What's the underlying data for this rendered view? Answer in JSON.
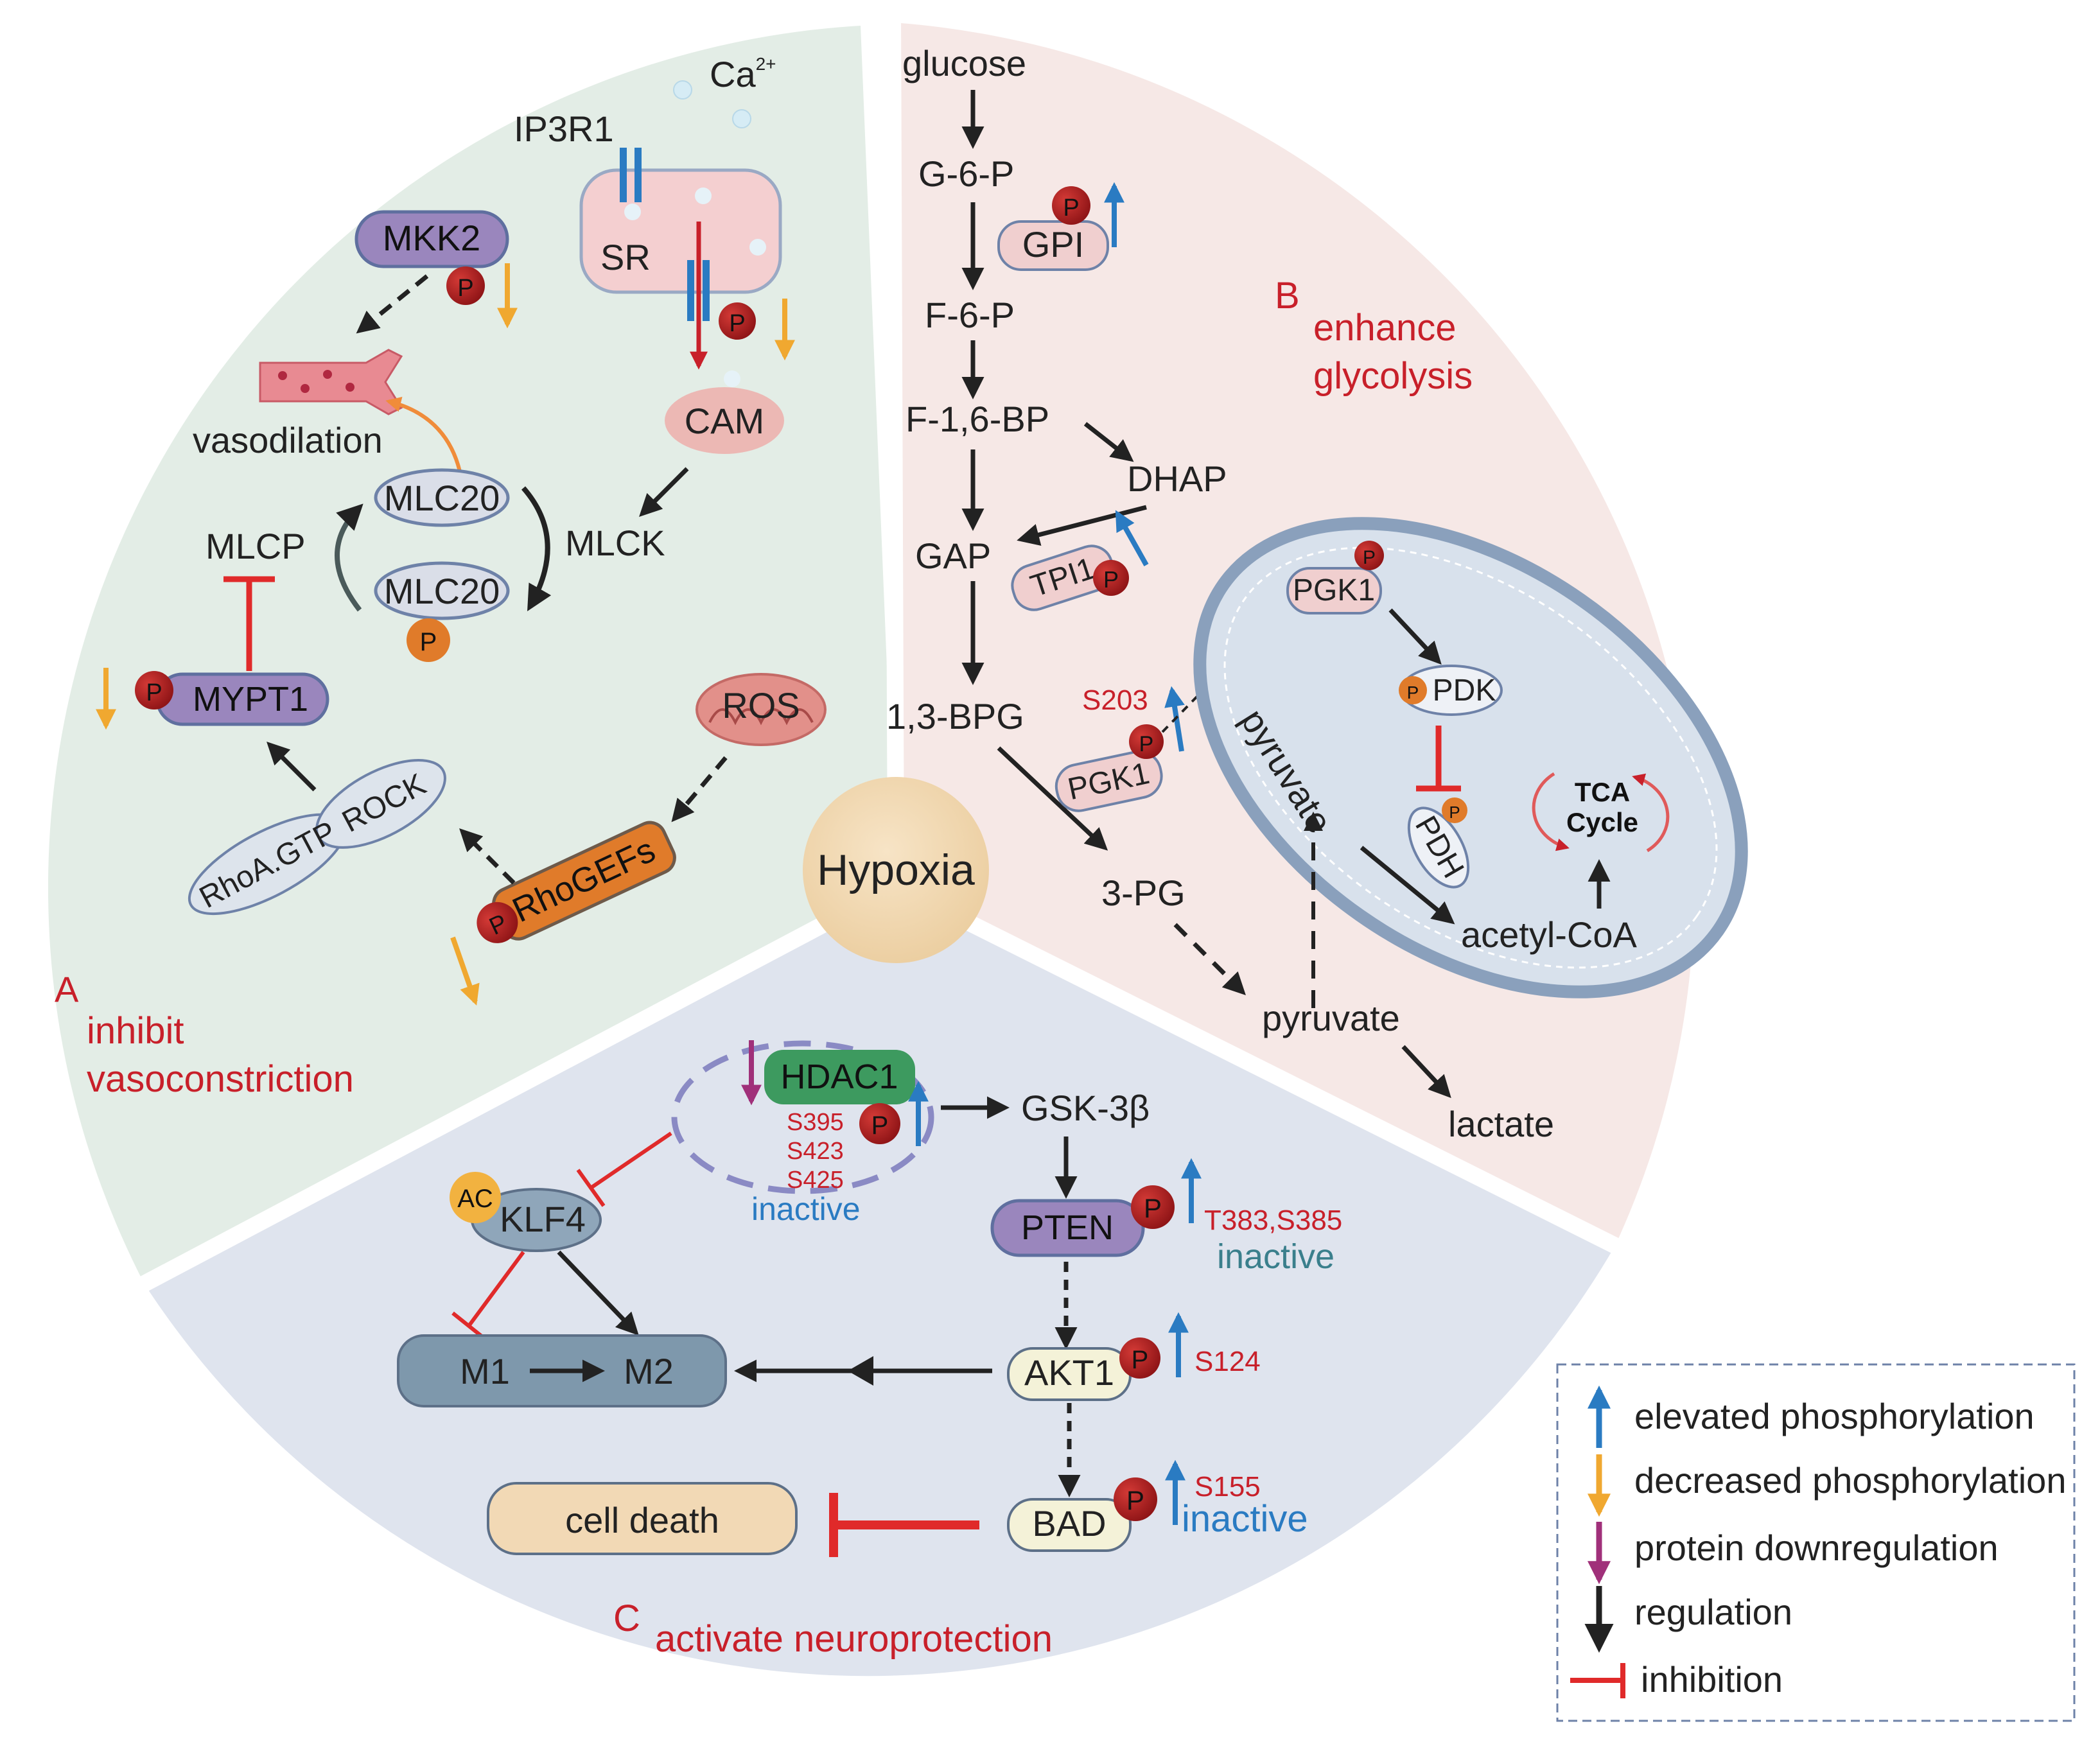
{
  "center": {
    "label": "Hypoxia"
  },
  "sections": {
    "a": {
      "letter": "A",
      "line1": "inhibit",
      "line2": "vasoconstriction"
    },
    "b": {
      "letter": "B",
      "line1": "enhance",
      "line2": "glycolysis"
    },
    "c": {
      "letter": "C",
      "line1": "activate neuroprotection"
    }
  },
  "panel_a": {
    "ca": "Ca",
    "ca_sup": "2+",
    "ip3r1": "IP3R1",
    "sr": "SR",
    "mkk2": "MKK2",
    "cam": "CAM",
    "vasodilation": "vasodilation",
    "mlc20_top": "MLC20",
    "mlc20_bottom": "MLC20",
    "mlcp": "MLCP",
    "mlck": "MLCK",
    "mypt1": "MYPT1",
    "ros": "ROS",
    "rhoa": "RhoA.GTP",
    "rock": "ROCK",
    "rhogefs": "RhoGEFs",
    "p": "P"
  },
  "panel_b": {
    "glucose": "glucose",
    "g6p": "G-6-P",
    "gpi": "GPI",
    "f6p": "F-6-P",
    "f16bp": "F-1,6-BP",
    "dhap": "DHAP",
    "gap": "GAP",
    "tpi1": "TPI1",
    "bpg13": "1,3-BPG",
    "s203": "S203",
    "pgk1": "PGK1",
    "pgk1_mito": "PGK1",
    "pdk": "PDK",
    "pdh": "PDH",
    "tca_line1": "TCA",
    "tca_line2": "Cycle",
    "pyruvate_mito": "pyruvate",
    "acetyl_coa": "acetyl-CoA",
    "pg3": "3-PG",
    "pyruvate": "pyruvate",
    "lactate": "lactate",
    "p": "P"
  },
  "panel_c": {
    "hdac1": "HDAC1",
    "s395": "S395",
    "s423": "S423",
    "s425": "S425",
    "inactive_hdac": "inactive",
    "gsk3b": "GSK-3β",
    "ac": "AC",
    "klf4": "KLF4",
    "pten": "PTEN",
    "pten_sites": "T383,S385",
    "inactive_pten": "inactive",
    "m1": "M1",
    "m2": "M2",
    "akt1": "AKT1",
    "s124": "S124",
    "bad": "BAD",
    "s155": "S155",
    "inactive_bad": "inactive",
    "cell_death": "cell death",
    "p": "P"
  },
  "legend": {
    "items": [
      {
        "label": "elevated phosphorylation",
        "color": "#2a7bc2"
      },
      {
        "label": "decreased phosphorylation",
        "color": "#f0a830"
      },
      {
        "label": "protein downregulation",
        "color": "#a0307a"
      },
      {
        "label": "regulation",
        "color": "#222222"
      },
      {
        "label": "inhibition",
        "color": "#e02a2a"
      }
    ]
  },
  "colors": {
    "panel_a": "#e3ede6",
    "panel_b": "#f6e8e6",
    "panel_c": "#dfe4ee",
    "hypoxia": "#f2d9b5",
    "phospho_red": "#b52022",
    "phospho_orange": "#e07b2a",
    "up_arrow": "#2a7bc2",
    "down_arrow": "#f0a830",
    "inhibition": "#e02a2a"
  }
}
